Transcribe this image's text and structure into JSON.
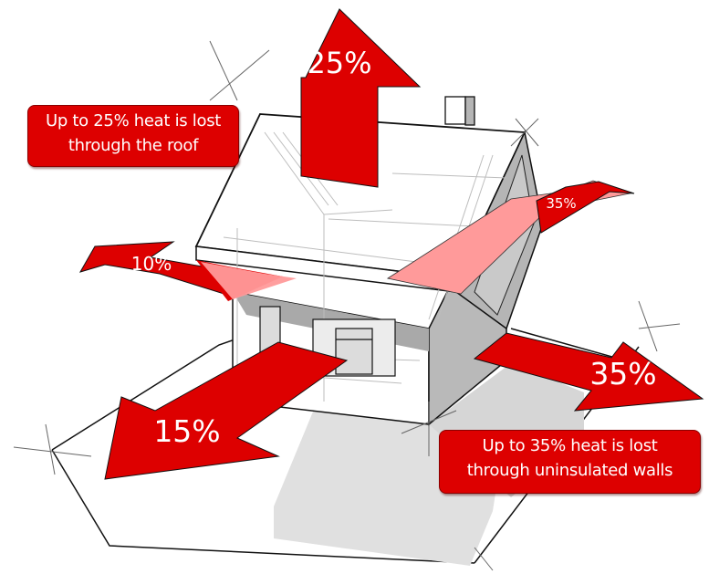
{
  "colors": {
    "arrow_red": "#dd0000",
    "arrow_pink_transparent": "#ff9a9a",
    "wall_shade": "#b8b8b8",
    "ground_shade": "#dddddd",
    "line": "#111111",
    "construction_line": "#9a9a9a"
  },
  "arrows": {
    "roof": {
      "label": "25%",
      "direction": "up"
    },
    "left_wall": {
      "label": "10%",
      "direction": "left"
    },
    "gable_wall": {
      "label": "35%",
      "direction": "up-right"
    },
    "front_floor": {
      "label": "15%",
      "direction": "down-left"
    },
    "side_wall": {
      "label": "35%",
      "direction": "right"
    }
  },
  "callouts": {
    "roof": {
      "line1": "Up to 25% heat is lost",
      "line2": "through the roof"
    },
    "walls": {
      "line1": "Up to 35% heat is lost",
      "line2": "through uninsulated walls"
    }
  }
}
